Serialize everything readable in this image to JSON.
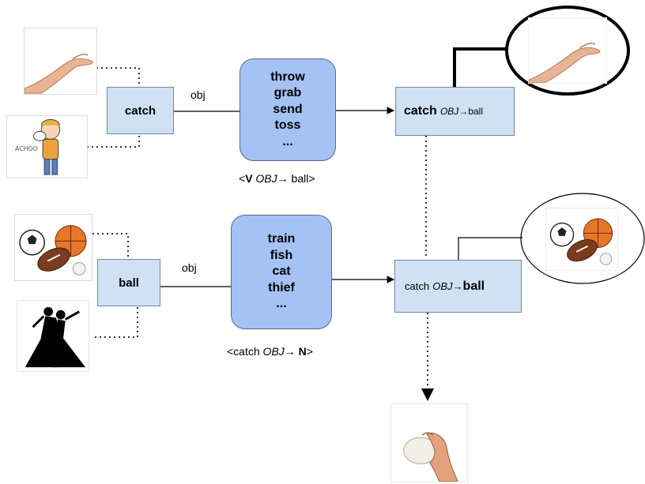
{
  "rows": {
    "top": {
      "word": "catch",
      "relation": "obj",
      "candidates": [
        "throw",
        "grab",
        "send",
        "toss",
        "..."
      ],
      "pattern": {
        "pre": "<",
        "head": "V",
        "obj": "OBJ",
        "arrow": "→",
        "tail": "ball",
        "post": ">"
      },
      "result": {
        "head": "catch",
        "obj": "OBJ",
        "arrow": "→",
        "tail": "ball"
      },
      "icons": [
        "reaching-hand-icon",
        "sneezing-person-icon",
        "reaching-hand-icon"
      ]
    },
    "bottom": {
      "word": "ball",
      "relation": "obj",
      "candidates": [
        "train",
        "fish",
        "cat",
        "thief",
        "..."
      ],
      "pattern": {
        "pre": "<catch ",
        "head": "",
        "obj": "OBJ",
        "arrow": "→",
        "tail": "N",
        "post": ">"
      },
      "result": {
        "head": "catch",
        "obj": "OBJ",
        "arrow": "→",
        "tail": "ball"
      },
      "icons": [
        "sports-balls-icon",
        "dancing-couple-icon",
        "sports-balls-icon",
        "hand-catching-ball-icon"
      ]
    }
  },
  "colors": {
    "box": "#cfe2f3",
    "list": "#a4c2f4",
    "edge": "#000000"
  }
}
